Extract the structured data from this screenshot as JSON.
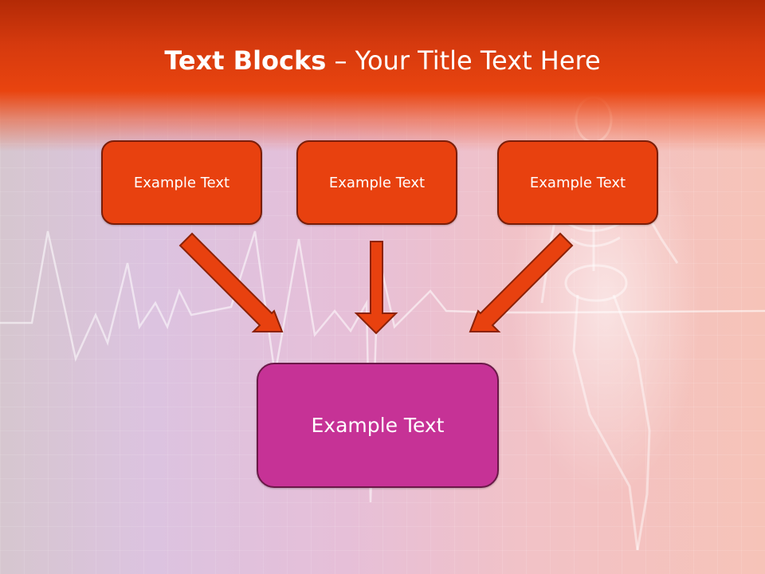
{
  "slide": {
    "title_bold": "Text Blocks",
    "title_rest": " – Your Title Text Here"
  },
  "diagram": {
    "top_boxes": [
      {
        "label": "Example Text"
      },
      {
        "label": "Example Text"
      },
      {
        "label": "Example Text"
      }
    ],
    "bottom_box": {
      "label": "Example Text"
    }
  },
  "colors": {
    "header": "#e9440f",
    "top_box_fill": "#e8410f",
    "bottom_box_fill": "#c63296",
    "arrow_fill": "#e8410f"
  }
}
